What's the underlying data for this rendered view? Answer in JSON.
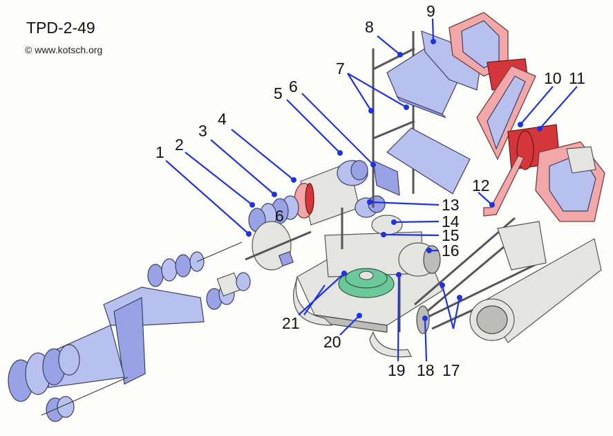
{
  "title": "TPD-2-49",
  "copyright": "© www.kotsch.org",
  "part_labels": [
    "1",
    "2",
    "3",
    "4",
    "5",
    "6",
    "6",
    "7",
    "8",
    "9",
    "10",
    "11",
    "12",
    "13",
    "14",
    "15",
    "16",
    "17",
    "18",
    "19",
    "20",
    "21"
  ],
  "colors": {
    "leader": "#1e32e0",
    "optics_blue": "#b8c0ee",
    "housing_red": "#f2a7a9",
    "clamp_red": "#d4373b",
    "gear_green": "#6cc79a"
  }
}
